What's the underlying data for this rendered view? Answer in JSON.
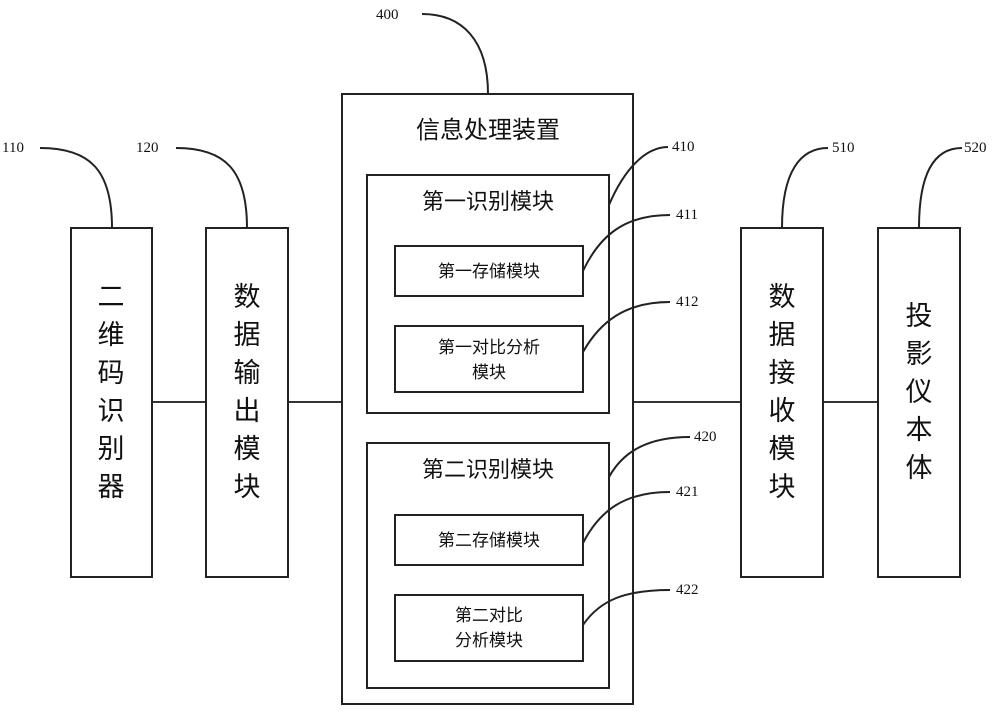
{
  "diagram": {
    "left_blocks": {
      "qr_reader": {
        "ref": "110",
        "label": [
          "二",
          "维",
          "码",
          "识",
          "别",
          "器"
        ]
      },
      "data_output": {
        "ref": "120",
        "label": [
          "数",
          "据",
          "输",
          "出",
          "模",
          "块"
        ]
      }
    },
    "processor": {
      "ref": "400",
      "title": "信息处理装置",
      "first_module": {
        "ref": "410",
        "title": "第一识别模块",
        "storage": {
          "ref": "411",
          "label": "第一存储模块"
        },
        "analysis": {
          "ref": "412",
          "line1": "第一对比分析",
          "line2": "模块"
        }
      },
      "second_module": {
        "ref": "420",
        "title": "第二识别模块",
        "storage": {
          "ref": "421",
          "label": "第二存储模块"
        },
        "analysis": {
          "ref": "422",
          "line1": "第二对比",
          "line2": "分析模块"
        }
      }
    },
    "right_blocks": {
      "data_receive": {
        "ref": "510",
        "label": [
          "数",
          "据",
          "接",
          "收",
          "模",
          "块"
        ]
      },
      "projector": {
        "ref": "520",
        "label": [
          "投",
          "影",
          "仪",
          "本",
          "体"
        ]
      }
    }
  }
}
